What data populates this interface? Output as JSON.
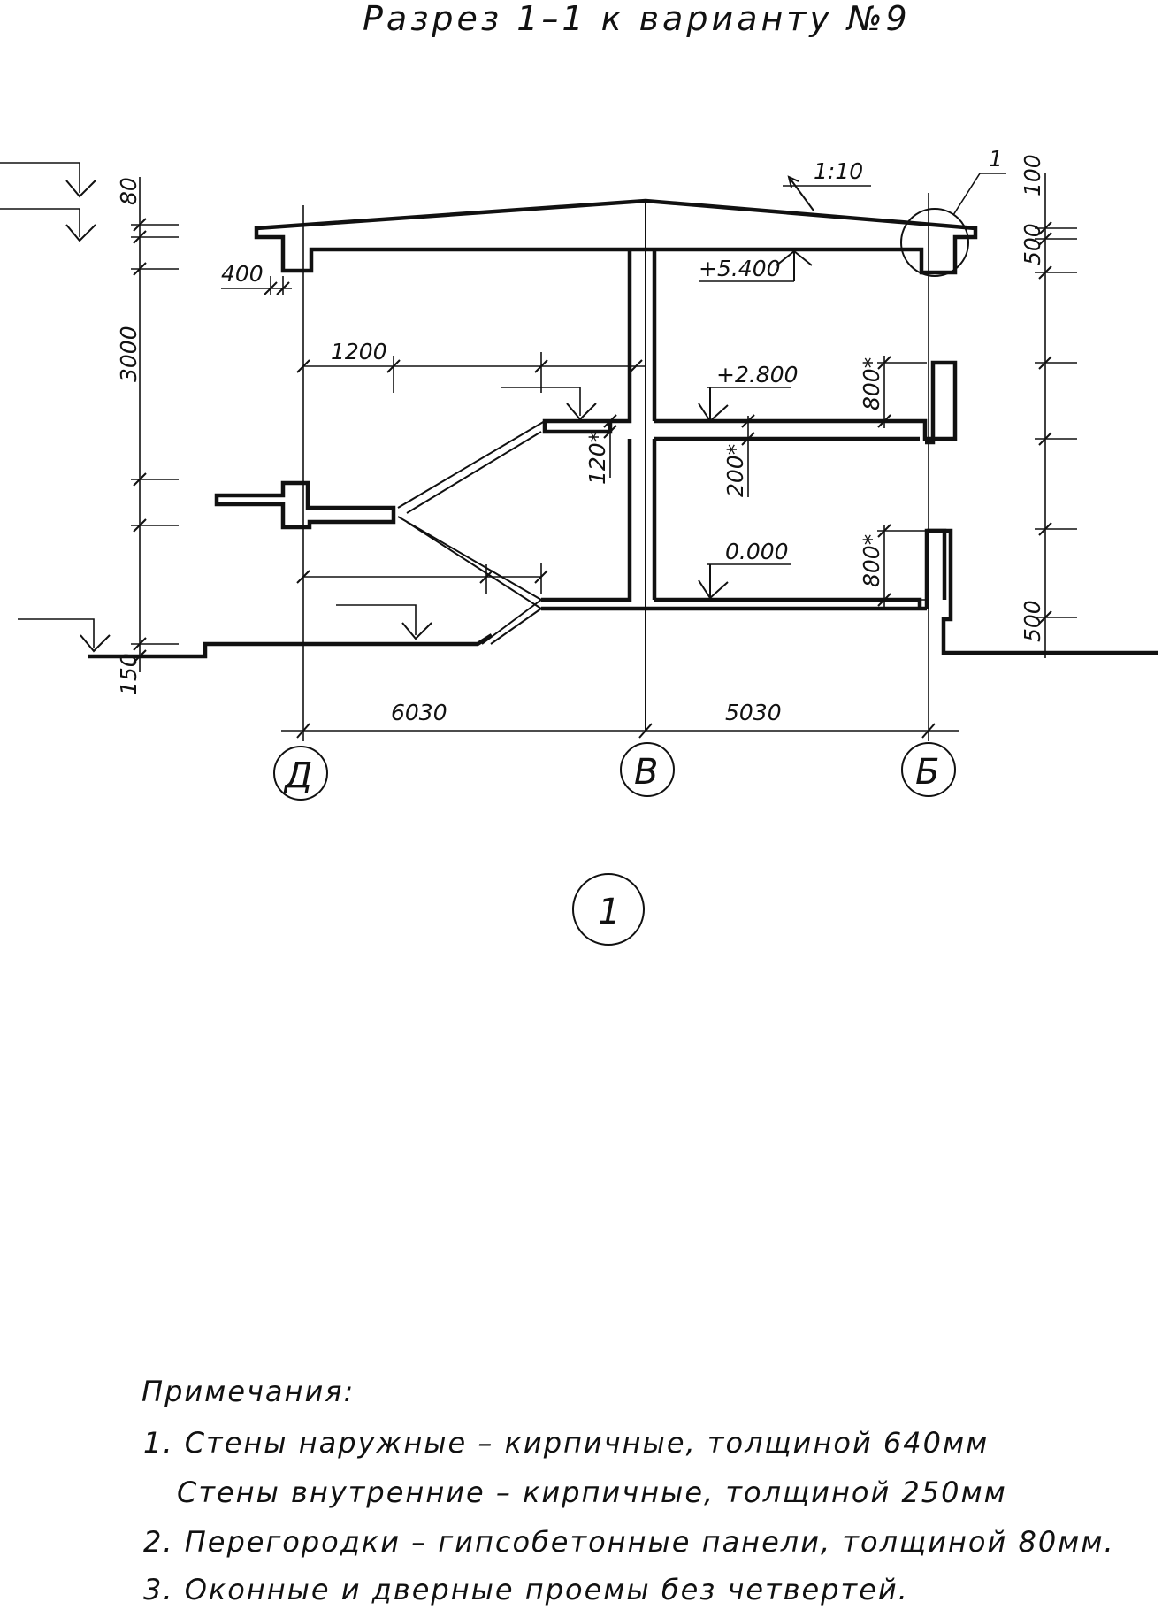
{
  "title": "Разрез 1–1 к варианту №9",
  "roof": {
    "slope": "1:10",
    "callout": "1"
  },
  "levels": {
    "top": "+5.400",
    "floor2": "+2.800",
    "floor1": "0.000"
  },
  "dims_left": {
    "d80": "80",
    "d3000": "3000",
    "d150": "150",
    "d400": "400",
    "d1200": "1200"
  },
  "dims_right": {
    "d100": "100",
    "d500_top": "500",
    "d500_bot": "500"
  },
  "dims_inner": {
    "d120": "120*",
    "d200": "200*",
    "d800_top": "800*",
    "d800_bot": "800*"
  },
  "spans": {
    "left": "6030",
    "right": "5030"
  },
  "axes": {
    "d": "Д",
    "v": "В",
    "b": "Б"
  },
  "section_mark": "1",
  "notes": {
    "header": "Примечания:",
    "n1a": "1. Стены наружные – кирпичные, толщиной 640мм",
    "n1b": "Стены внутренние – кирпичные, толщиной 250мм",
    "n2": "2. Перегородки – гипсобетонные панели, толщиной 80мм.",
    "n3": "3. Оконные и дверные проемы без четвертей."
  }
}
